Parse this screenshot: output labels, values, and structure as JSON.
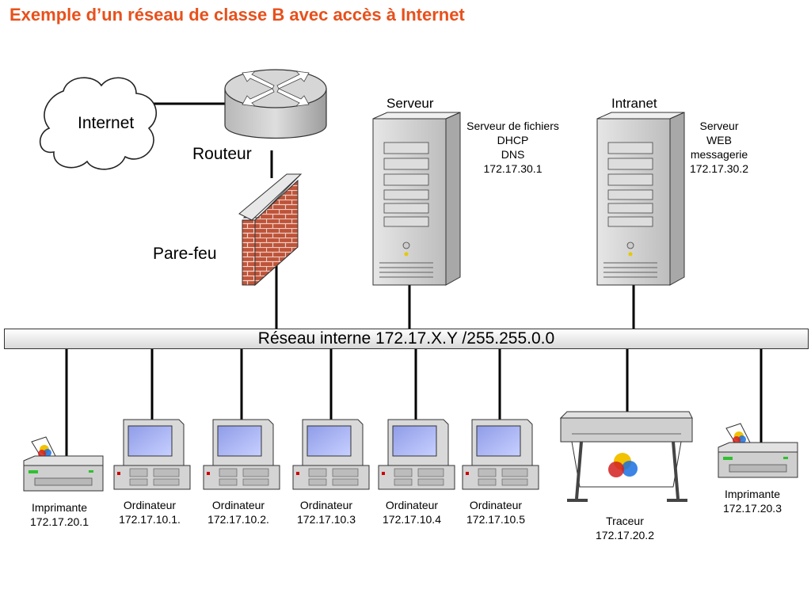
{
  "title": "Exemple d’un réseau de classe B avec accès à Internet",
  "internet": "Internet",
  "router": "Routeur",
  "firewall": "Pare-feu",
  "network": "Réseau interne 172.17.X.Y /255.255.0.0",
  "server_title": "Serveur",
  "server_lines": [
    "Serveur  de fichiers",
    "DHCP",
    "DNS",
    "172.17.30.1"
  ],
  "intranet_title": "Intranet",
  "intranet_lines": [
    "Serveur",
    "WEB",
    "messagerie",
    "172.17.30.2"
  ],
  "devices": [
    {
      "name": "Imprimante",
      "ip": "172.17.20.1"
    },
    {
      "name": "Ordinateur",
      "ip": "172.17.10.1."
    },
    {
      "name": "Ordinateur",
      "ip": "172.17.10.2."
    },
    {
      "name": "Ordinateur",
      "ip": "172.17.10.3"
    },
    {
      "name": "Ordinateur",
      "ip": "172.17.10.4"
    },
    {
      "name": "Ordinateur",
      "ip": "172.17.10.5"
    },
    {
      "name": "Traceur",
      "ip": "172.17.20.2"
    },
    {
      "name": "Imprimante",
      "ip": "172.17.20.3"
    }
  ],
  "colors": {
    "title": "#e8501b",
    "brick": "#c2553a",
    "screen": "#a9b5f0"
  }
}
